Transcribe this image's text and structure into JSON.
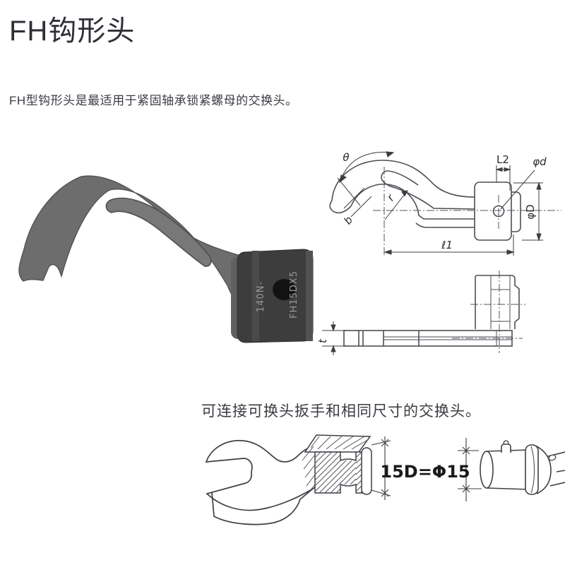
{
  "page": {
    "title": "FH钩形头",
    "subtitle": "FH型钩形头是最适用于紧固轴承锁紧螺母的交换头。",
    "caption": "可连接可换头扳手和相同尺寸的交换头。"
  },
  "photo": {
    "stamp_line_1": "140N-",
    "stamp_line_2": "FH15DX5"
  },
  "diagram_hook": {
    "labels": {
      "angle": "θ",
      "hook_width": "b",
      "radius": "r",
      "l2": "L2",
      "hole_diameter": "φd",
      "body_diameter": "φD",
      "length": "ℓ1"
    }
  },
  "diagram_side": {
    "labels": {
      "thickness": "t"
    }
  },
  "diagram_connection": {
    "labels": {
      "size_equation": "15D=Φ15"
    }
  },
  "colors": {
    "heading_text": "#2f2f38",
    "body_text": "#3c3c44",
    "drawing_line": "#4e4e55",
    "photo_body_gray": "#6d6d6d",
    "photo_socket_gray": "#3d3d3d"
  }
}
